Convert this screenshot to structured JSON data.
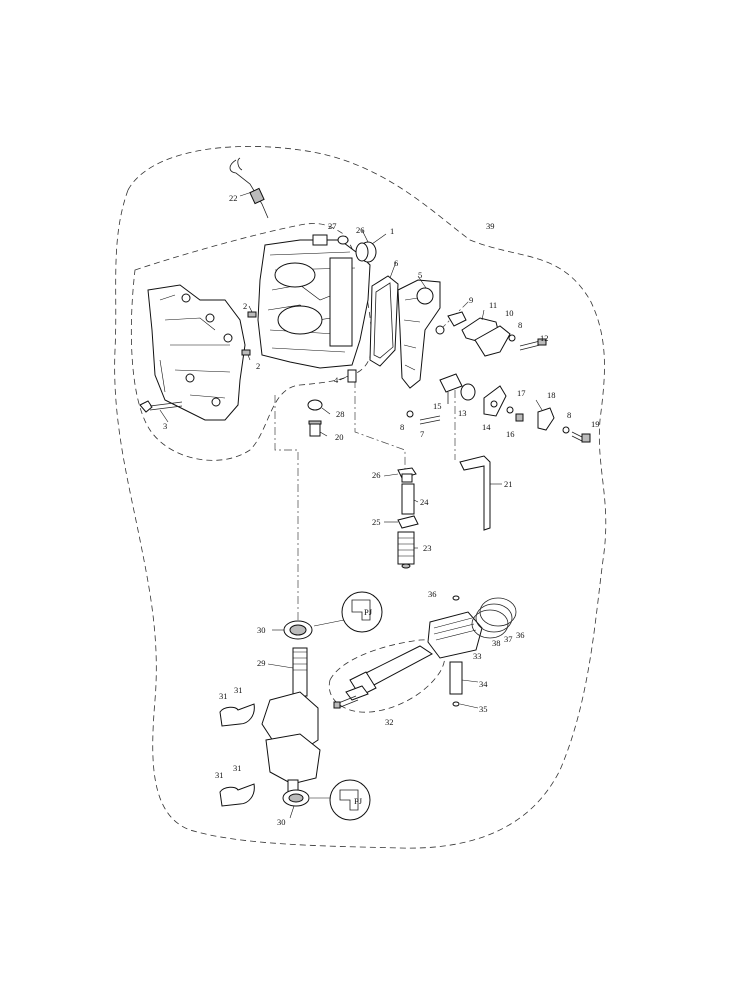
{
  "callouts": [
    {
      "id": "c22",
      "text": "22"
    },
    {
      "id": "c39",
      "text": "39"
    },
    {
      "id": "c27",
      "text": "27"
    },
    {
      "id": "c26a",
      "text": "26"
    },
    {
      "id": "c1",
      "text": "1"
    },
    {
      "id": "c6",
      "text": "6"
    },
    {
      "id": "c5",
      "text": "5"
    },
    {
      "id": "c2a",
      "text": "2"
    },
    {
      "id": "c2b",
      "text": "2"
    },
    {
      "id": "c9",
      "text": "9"
    },
    {
      "id": "c11",
      "text": "11"
    },
    {
      "id": "c10",
      "text": "10"
    },
    {
      "id": "c8a",
      "text": "8"
    },
    {
      "id": "c12",
      "text": "12"
    },
    {
      "id": "c4",
      "text": "4"
    },
    {
      "id": "c3",
      "text": "3"
    },
    {
      "id": "c28",
      "text": "28"
    },
    {
      "id": "c20",
      "text": "20"
    },
    {
      "id": "c8b",
      "text": "8"
    },
    {
      "id": "c7",
      "text": "7"
    },
    {
      "id": "c15",
      "text": "15"
    },
    {
      "id": "c13",
      "text": "13"
    },
    {
      "id": "c14",
      "text": "14"
    },
    {
      "id": "c17",
      "text": "17"
    },
    {
      "id": "c18",
      "text": "18"
    },
    {
      "id": "c16",
      "text": "16"
    },
    {
      "id": "c8c",
      "text": "8"
    },
    {
      "id": "c19",
      "text": "19"
    },
    {
      "id": "c26b",
      "text": "26"
    },
    {
      "id": "c24",
      "text": "24"
    },
    {
      "id": "c25",
      "text": "25"
    },
    {
      "id": "c23",
      "text": "23"
    },
    {
      "id": "c21",
      "text": "21"
    },
    {
      "id": "c36a",
      "text": "36"
    },
    {
      "id": "c30a",
      "text": "30"
    },
    {
      "id": "c38",
      "text": "38"
    },
    {
      "id": "c37",
      "text": "37"
    },
    {
      "id": "c36b",
      "text": "36"
    },
    {
      "id": "c33",
      "text": "33"
    },
    {
      "id": "c29",
      "text": "29"
    },
    {
      "id": "c31a",
      "text": "31"
    },
    {
      "id": "c31b",
      "text": "31"
    },
    {
      "id": "c34",
      "text": "34"
    },
    {
      "id": "c35",
      "text": "35"
    },
    {
      "id": "c32",
      "text": "32"
    },
    {
      "id": "c31c",
      "text": "31"
    },
    {
      "id": "c31d",
      "text": "31"
    },
    {
      "id": "c30b",
      "text": "30"
    }
  ],
  "inset_labels": {
    "top": "PJ",
    "bottom": "PJ"
  }
}
